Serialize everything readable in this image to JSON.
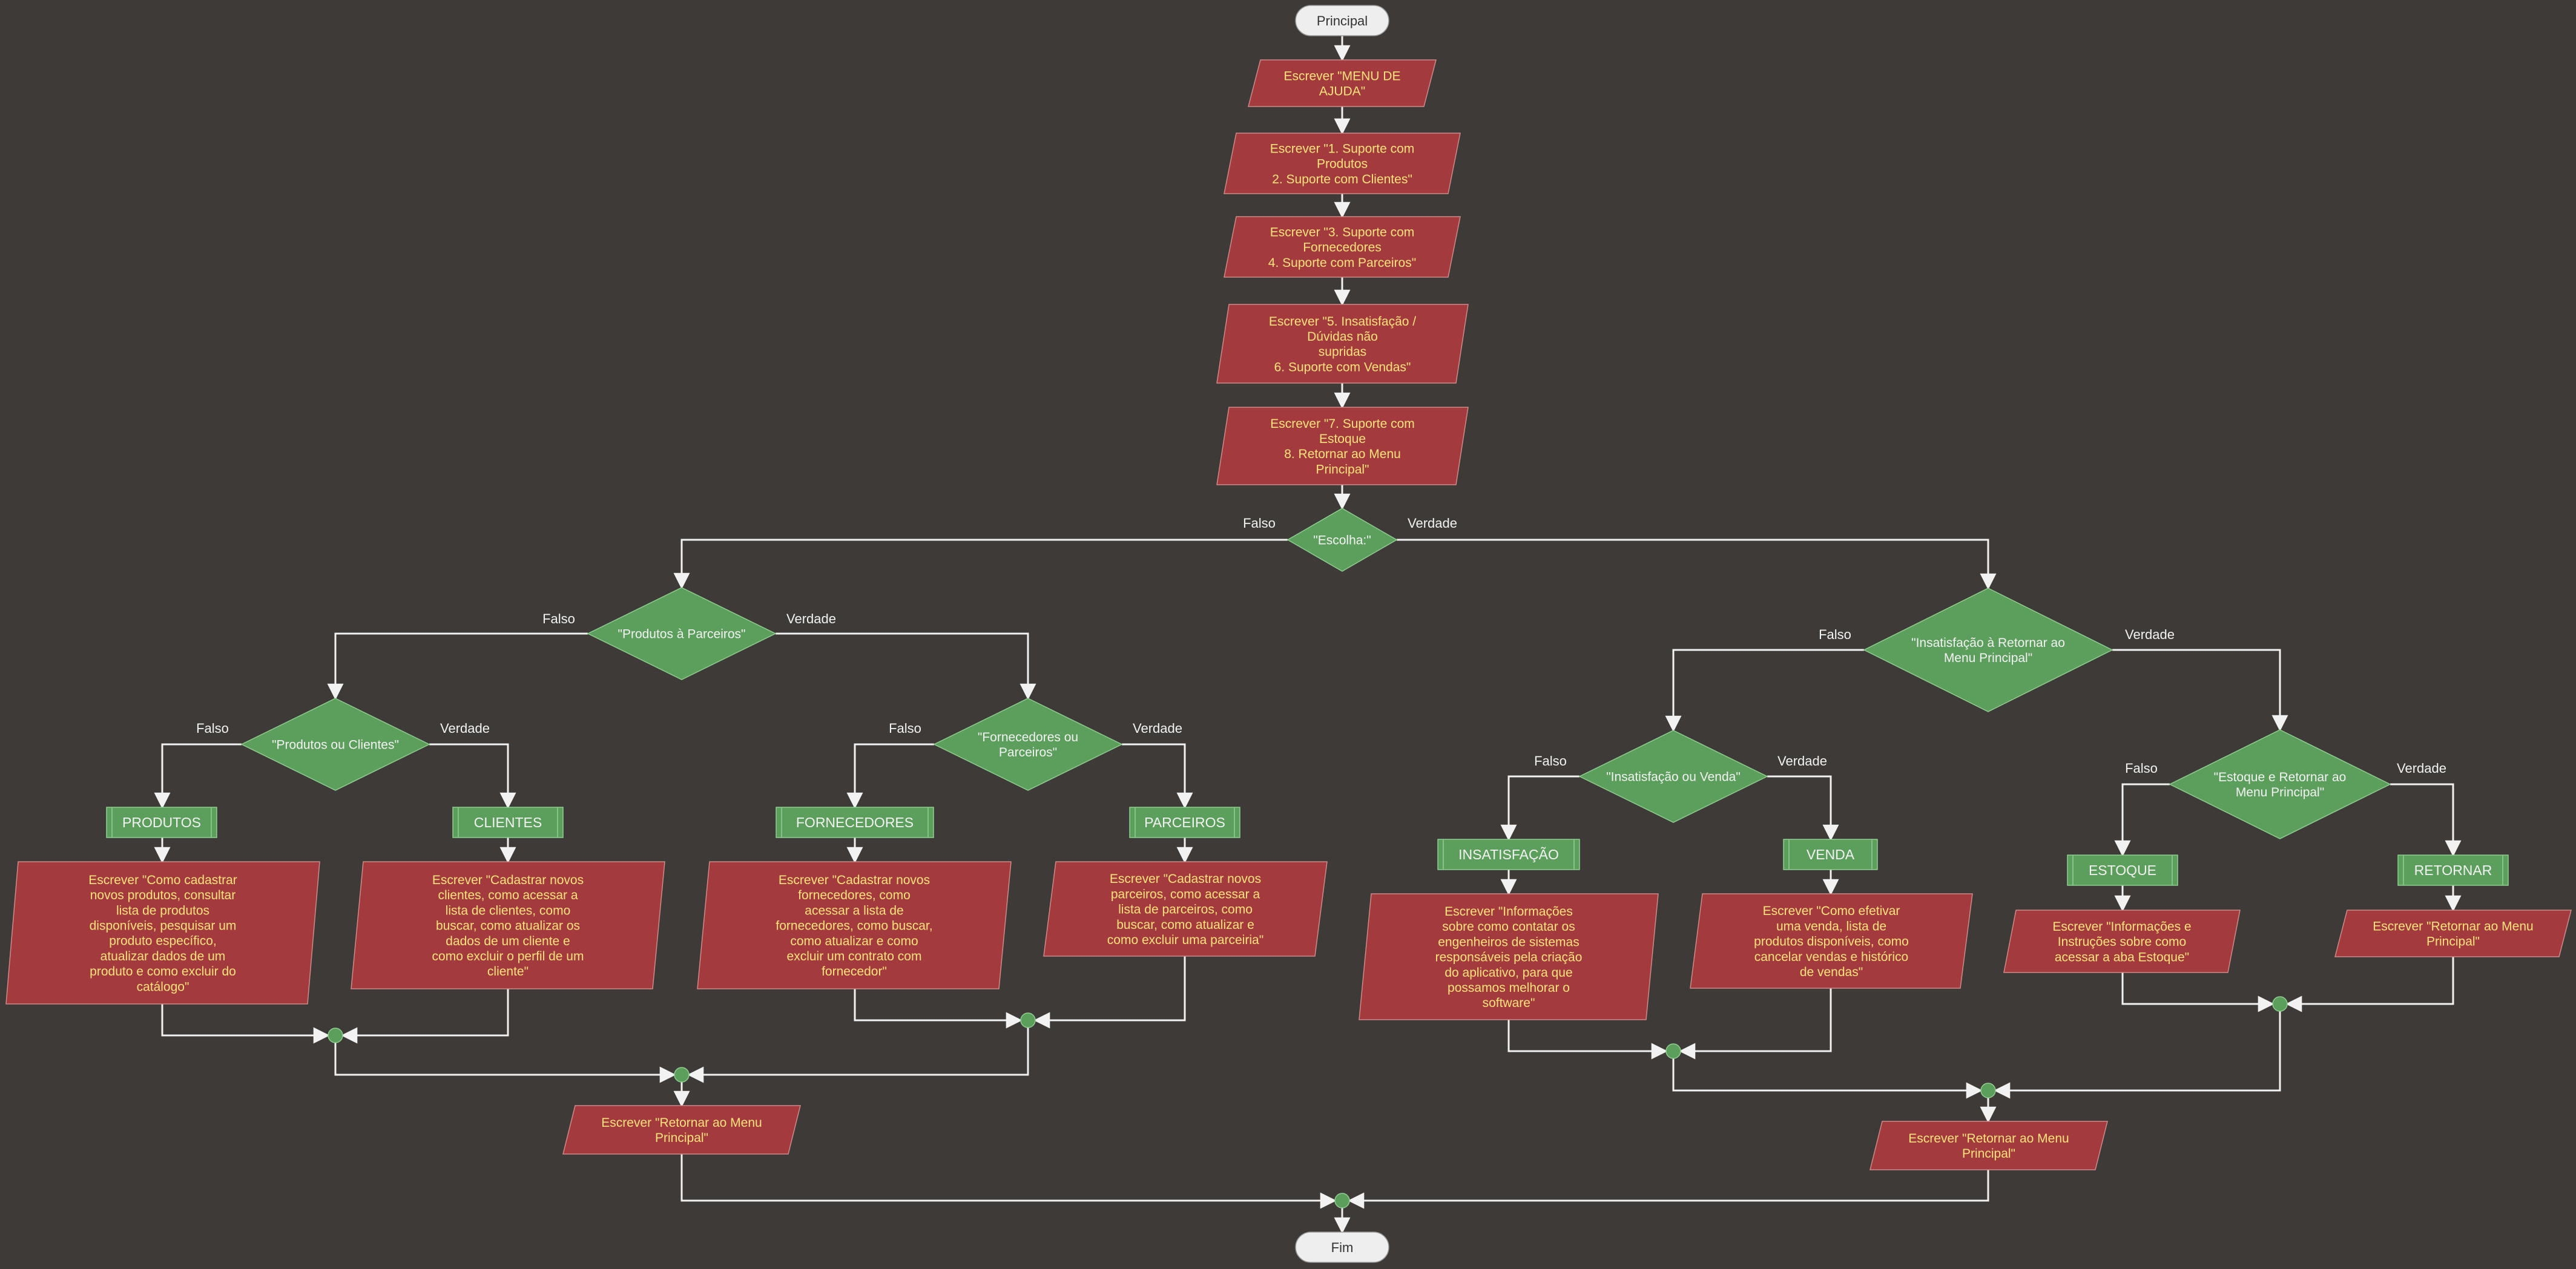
{
  "colors": {
    "background": "#3d3a37",
    "io_fill": "#a33b3e",
    "io_stroke": "#cf8a8a",
    "io_text": "#ffe27a",
    "decision_fill": "#5c9e5c",
    "decision_stroke": "#8fce8f",
    "light_text": "#f2f2f2",
    "terminal_fill": "#eeeeee",
    "terminal_text": "#333333",
    "connector": "#f2f2f2"
  },
  "terminals": {
    "start": "Principal",
    "end": "Fim"
  },
  "outputs": {
    "menu_title": [
      "Escrever \"MENU DE",
      "AJUDA\""
    ],
    "options_1_2": [
      "Escrever \"1. Suporte com",
      "Produtos",
      "2. Suporte com Clientes\""
    ],
    "options_3_4": [
      "Escrever \"3. Suporte com",
      "Fornecedores",
      "4. Suporte com Parceiros\""
    ],
    "options_5_6": [
      "Escrever \"5. Insatisfação /",
      "Dúvidas não",
      "supridas",
      "6. Suporte com Vendas\""
    ],
    "options_7_8": [
      "Escrever \"7. Suporte com",
      "Estoque",
      "8. Retornar ao Menu",
      "Principal\""
    ],
    "produtos_text": [
      "Escrever \"Como cadastrar",
      "novos produtos, consultar",
      "lista de produtos",
      "disponíveis, pesquisar um",
      "produto específico,",
      "atualizar dados de um",
      "produto e como excluir do",
      "catálogo\""
    ],
    "clientes_text": [
      "Escrever \"Cadastrar novos",
      "clientes, como acessar a",
      "lista de clientes, como",
      "buscar, como atualizar os",
      "dados de um cliente e",
      "como excluir o perfil de um",
      "cliente\""
    ],
    "fornecedores_text": [
      "Escrever \"Cadastrar novos",
      "fornecedores, como",
      "acessar a lista de",
      "fornecedores, como buscar,",
      "como atualizar e como",
      "excluir um contrato com",
      "fornecedor\""
    ],
    "parceiros_text": [
      "Escrever \"Cadastrar novos",
      "parceiros, como acessar a",
      "lista de parceiros, como",
      "buscar, como atualizar e",
      "como excluir uma parceiria\""
    ],
    "left_return": [
      "Escrever \"Retornar ao Menu",
      "Principal\""
    ],
    "insatisfacao_text": [
      "Escrever \"Informações",
      "sobre como contatar os",
      "engenheiros de sistemas",
      "responsáveis pela criação",
      "do aplicativo, para que",
      "possamos melhorar o",
      "software\""
    ],
    "venda_text": [
      "Escrever \"Como efetivar",
      "uma venda, lista de",
      "produtos disponíveis, como",
      "cancelar vendas e histórico",
      "de vendas\""
    ],
    "estoque_text": [
      "Escrever \"Informações e",
      "Instruções sobre como",
      "acessar a aba Estoque\""
    ],
    "retornar_text": [
      "Escrever \"Retornar ao Menu",
      "Principal\""
    ],
    "right_return": [
      "Escrever \"Retornar ao Menu",
      "Principal\""
    ]
  },
  "decisions": {
    "escolha": [
      "\"Escolha:\""
    ],
    "produtos_parceiros": [
      "\"Produtos à Parceiros\""
    ],
    "produtos_clientes": [
      "\"Produtos ou Clientes\""
    ],
    "fornecedores_parceiros": [
      "\"Fornecedores ou",
      "Parceiros\""
    ],
    "insatisfacao_retornar": [
      "\"Insatisfação à Retornar ao",
      "Menu Principal\""
    ],
    "insatisfacao_venda": [
      "\"Insatisfação ou Venda\""
    ],
    "estoque_retornar": [
      "\"Estoque e Retornar ao",
      "Menu Principal\""
    ]
  },
  "calls": {
    "produtos": "PRODUTOS",
    "clientes": "CLIENTES",
    "fornecedores": "FORNECEDORES",
    "parceiros": "PARCEIROS",
    "insatisfacao": "INSATISFAÇÃO",
    "venda": "VENDA",
    "estoque": "ESTOQUE",
    "retornar": "RETORNAR"
  },
  "branch_labels": {
    "false": "Falso",
    "true": "Verdade"
  }
}
